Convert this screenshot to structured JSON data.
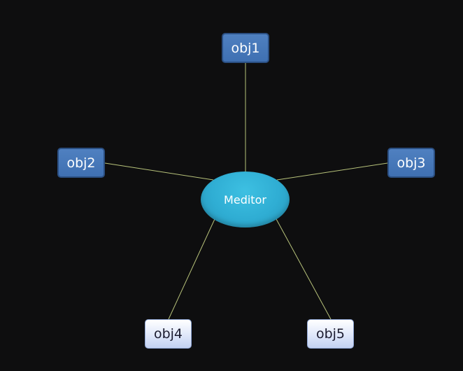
{
  "diagram": {
    "hub": {
      "label": "Meditor",
      "color": "#2fadd3"
    },
    "nodes": [
      {
        "id": "obj1",
        "label": "obj1",
        "style": "dark"
      },
      {
        "id": "obj2",
        "label": "obj2",
        "style": "dark"
      },
      {
        "id": "obj3",
        "label": "obj3",
        "style": "dark"
      },
      {
        "id": "obj4",
        "label": "obj4",
        "style": "light"
      },
      {
        "id": "obj5",
        "label": "obj5",
        "style": "light"
      }
    ],
    "edges": [
      {
        "from": "Meditor",
        "to": "obj1"
      },
      {
        "from": "Meditor",
        "to": "obj2"
      },
      {
        "from": "Meditor",
        "to": "obj3"
      },
      {
        "from": "Meditor",
        "to": "obj4"
      },
      {
        "from": "Meditor",
        "to": "obj5"
      }
    ],
    "colors": {
      "background": "#0e0e0f",
      "connector": "#b7c27a",
      "dark_node": "#4a7ab9",
      "light_node": "#dfe7fa"
    }
  }
}
